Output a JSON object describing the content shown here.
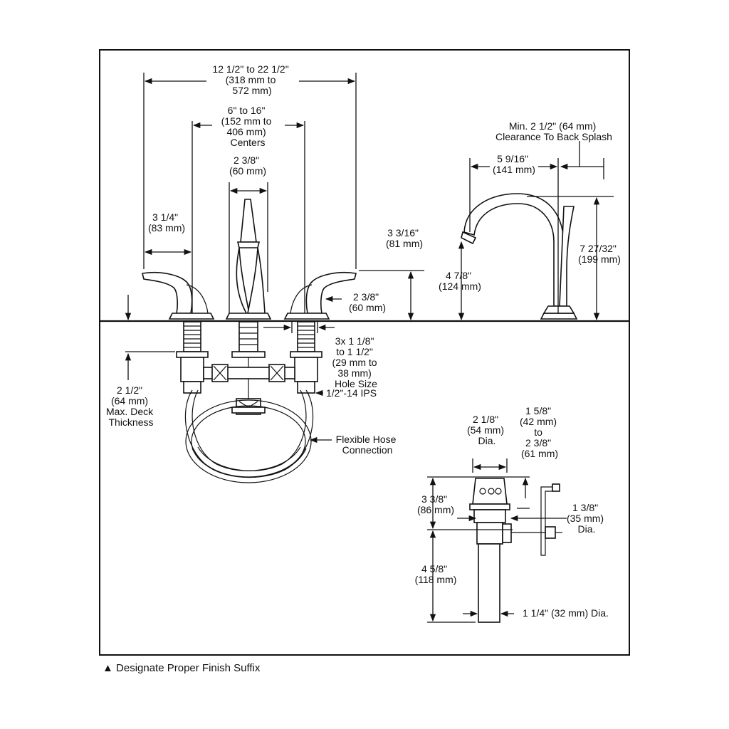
{
  "dim_overall_spread": [
    "12 1/2\" to 22 1/2\"",
    "(318 mm to",
    "572 mm)"
  ],
  "dim_centers": [
    "6\" to 16\"",
    "(152 mm to",
    "406 mm)",
    "Centers"
  ],
  "dim_spout_base": [
    "2 3/8\"",
    "(60 mm)"
  ],
  "dim_handle_reach": [
    "3 1/4\"",
    "(83 mm)"
  ],
  "dim_handle_height": [
    "3 3/16\"",
    "(81 mm)"
  ],
  "dim_handle_base_height": [
    "2 3/8\"",
    "(60 mm)"
  ],
  "dim_hole_size": [
    "3x 1 1/8\"",
    "to 1 1/2\"",
    "(29 mm to",
    "38 mm)",
    "Hole Size"
  ],
  "dim_ips": "1/2\"-14 IPS",
  "dim_deck_thickness": [
    "2 1/2\"",
    "(64 mm)",
    "Max. Deck",
    "Thickness"
  ],
  "label_hose": [
    "Flexible Hose",
    "Connection"
  ],
  "dim_backsplash": [
    "Min. 2 1/2\" (64 mm)",
    "Clearance To Back Splash"
  ],
  "dim_spout_reach": [
    "5 9/16\"",
    "(141 mm)"
  ],
  "dim_spout_outlet_height": [
    "4 7/8\"",
    "(124 mm)"
  ],
  "dim_spout_total_height": [
    "7 27/32\"",
    "(199 mm)"
  ],
  "dim_drain_flange_dia": [
    "2 1/8\"",
    "(54 mm)",
    "Dia."
  ],
  "dim_drain_rod_range": [
    "1 5/8\"",
    "(42 mm)",
    "to",
    "2 3/8\"",
    "(61 mm)"
  ],
  "dim_drain_upper_height": [
    "3 3/8\"",
    "(86 mm)"
  ],
  "dim_drain_body_dia": [
    "1 3/8\"",
    "(35 mm)",
    "Dia."
  ],
  "dim_drain_lower_height": [
    "4 5/8\"",
    "(118 mm)"
  ],
  "dim_tailpiece_dia": "1 1/4\" (32 mm) Dia.",
  "footnote": "▲ Designate Proper Finish Suffix"
}
